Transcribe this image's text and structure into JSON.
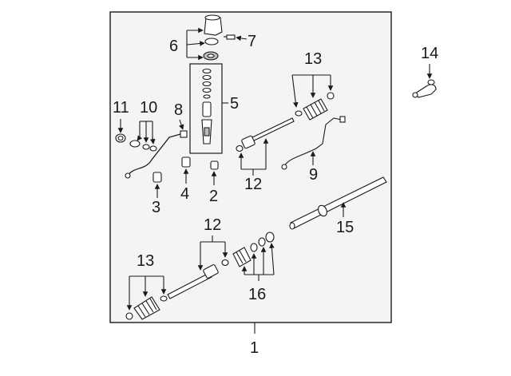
{
  "callouts": {
    "c1": "1",
    "c2": "2",
    "c3": "3",
    "c4": "4",
    "c5": "5",
    "c6": "6",
    "c7": "7",
    "c8": "8",
    "c9": "9",
    "c10": "10",
    "c11": "11",
    "c12a": "12",
    "c12b": "12",
    "c13a": "13",
    "c13b": "13",
    "c14": "14",
    "c15": "15",
    "c16": "16"
  },
  "colors": {
    "line": "#1a1a1a",
    "panel": "#f4f4f4",
    "part_fill": "#ffffff",
    "part_shade": "#bdbdbd"
  }
}
